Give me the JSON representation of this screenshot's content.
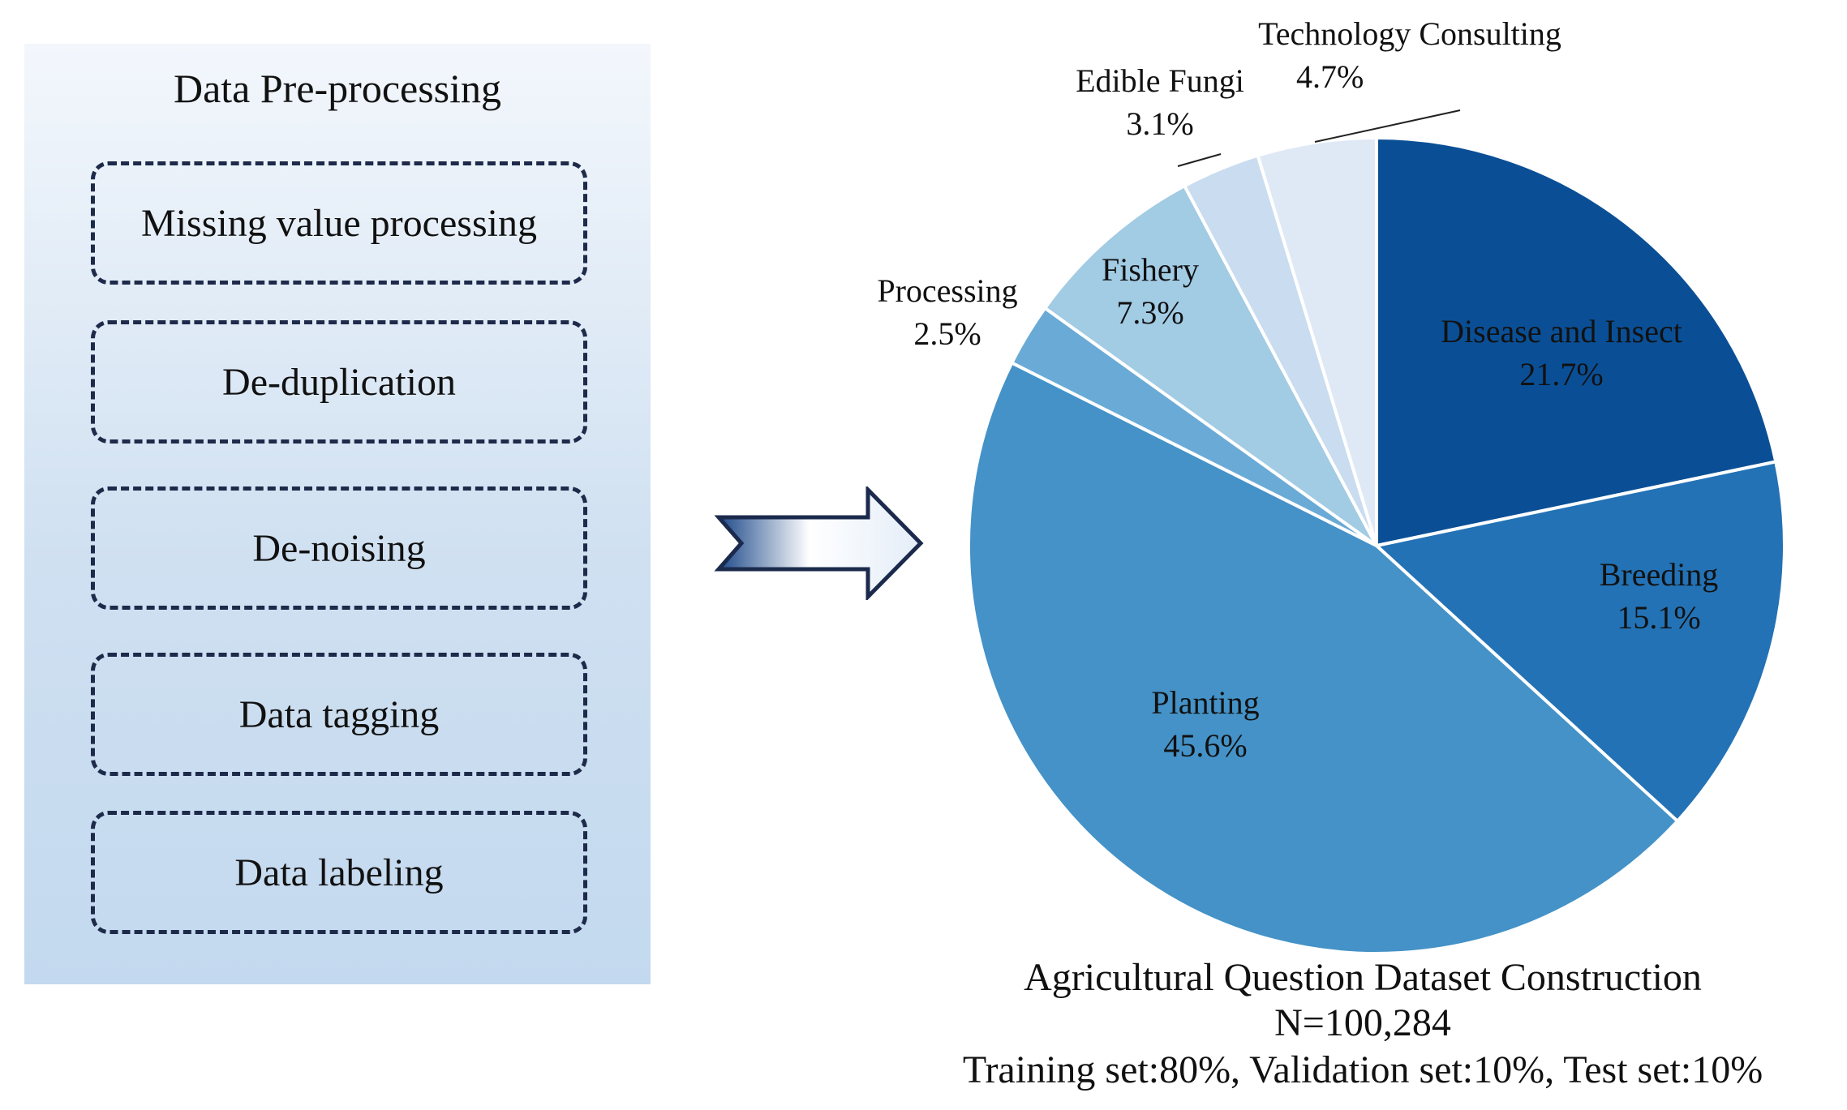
{
  "preprocessing": {
    "title": "Data Pre-processing",
    "steps": [
      "Missing value processing",
      "De-duplication",
      "De-noising",
      "Data tagging",
      "Data labeling"
    ]
  },
  "arrow_icon": "right-arrow-icon",
  "chart_data": {
    "type": "pie",
    "slices": [
      {
        "name": "Disease and Insect",
        "pct_label": "21.7%",
        "value": 21.7,
        "color": "#0a4f96"
      },
      {
        "name": "Breeding",
        "pct_label": "15.1%",
        "value": 15.1,
        "color": "#2372b5"
      },
      {
        "name": "Planting",
        "pct_label": "45.6%",
        "value": 45.6,
        "color": "#4492c7"
      },
      {
        "name": "Processing",
        "pct_label": "2.5%",
        "value": 2.5,
        "color": "#6aaad6"
      },
      {
        "name": "Fishery",
        "pct_label": "7.3%",
        "value": 7.3,
        "color": "#a2cbe4"
      },
      {
        "name": "Edible Fungi",
        "pct_label": "3.1%",
        "value": 3.1,
        "color": "#c9dcf0"
      },
      {
        "name": "Technology Consulting",
        "pct_label": "4.7%",
        "value": 4.7,
        "color": "#dfe9f6"
      }
    ]
  },
  "caption": {
    "title": "Agricultural  Question Dataset Construction",
    "n": "N=100,284",
    "split": "Training set:80%,  Validation set:10%,  Test set:10%"
  }
}
